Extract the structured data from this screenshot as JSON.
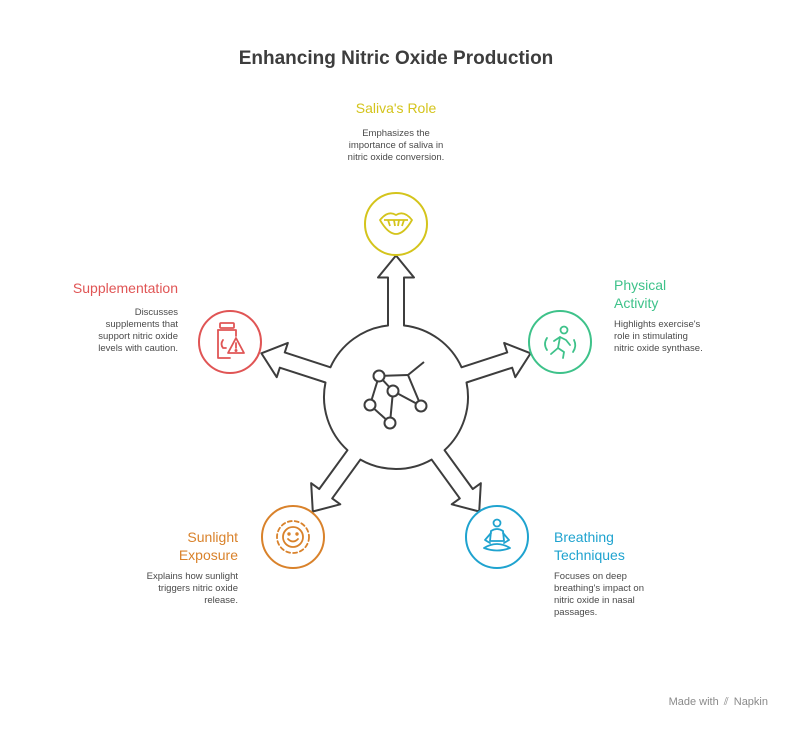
{
  "title": "Enhancing Nitric Oxide Production",
  "nodes": {
    "saliva": {
      "title": "Saliva's Role",
      "description_lines": [
        "Emphasizes the",
        "importance of saliva in",
        "nitric oxide conversion."
      ],
      "color": "#d4c41c",
      "icon": "mouth-icon"
    },
    "physical": {
      "title_lines": [
        "Physical",
        "Activity"
      ],
      "description_lines": [
        "Highlights exercise's",
        "role in stimulating",
        "nitric oxide synthase."
      ],
      "color": "#3ec28a",
      "icon": "running-person-icon"
    },
    "breathing": {
      "title_lines": [
        "Breathing",
        "Techniques"
      ],
      "description_lines": [
        "Focuses on deep",
        "breathing's impact on",
        "nitric oxide in nasal",
        "passages."
      ],
      "color": "#1fa3cf",
      "icon": "meditation-icon"
    },
    "sunlight": {
      "title_lines": [
        "Sunlight",
        "Exposure"
      ],
      "description_lines": [
        "Explains how sunlight",
        "triggers nitric oxide",
        "release."
      ],
      "color": "#d9822b",
      "icon": "sun-face-icon"
    },
    "supplementation": {
      "title": "Supplementation",
      "description_lines": [
        "Discusses",
        "supplements that",
        "support nitric oxide",
        "levels with caution."
      ],
      "color": "#e05555",
      "icon": "supplement-jar-warning-icon"
    }
  },
  "hub": {
    "icon": "molecule-icon",
    "color": "#3d3d3d"
  },
  "footer": {
    "made_with": "Made with",
    "brand": "Napkin"
  }
}
